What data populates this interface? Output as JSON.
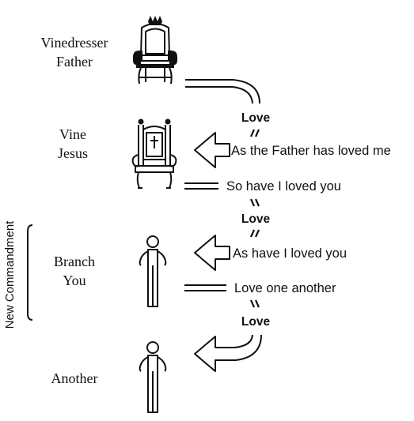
{
  "roles": {
    "father": {
      "line1": "Vinedresser",
      "line2": "Father"
    },
    "jesus": {
      "line1": "Vine",
      "line2": "Jesus"
    },
    "you": {
      "line1": "Branch",
      "line2": "You"
    },
    "another": {
      "line1": "Another"
    }
  },
  "flow_labels": {
    "love1": "Love",
    "love2": "Love",
    "love3": "Love"
  },
  "statements": {
    "as_father": "As the Father has loved me",
    "so_have_i": "So have I loved you",
    "as_have_i": "As have I loved you",
    "love_one_another": "Love one another"
  },
  "side_label": "New Commandment",
  "icons": {
    "father": "crowned-throne-icon",
    "jesus": "cross-throne-icon",
    "you": "person-icon",
    "another": "person-icon"
  }
}
